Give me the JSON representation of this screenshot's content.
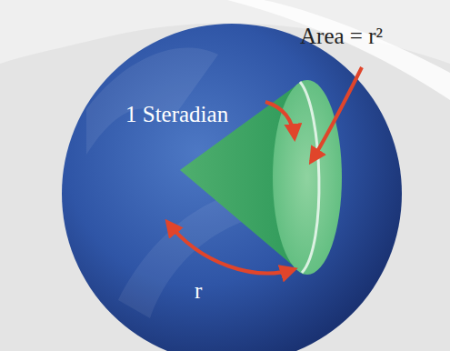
{
  "diagram": {
    "labels": [
      "1 Steradian",
      "Area = r²",
      "r"
    ]
  }
}
